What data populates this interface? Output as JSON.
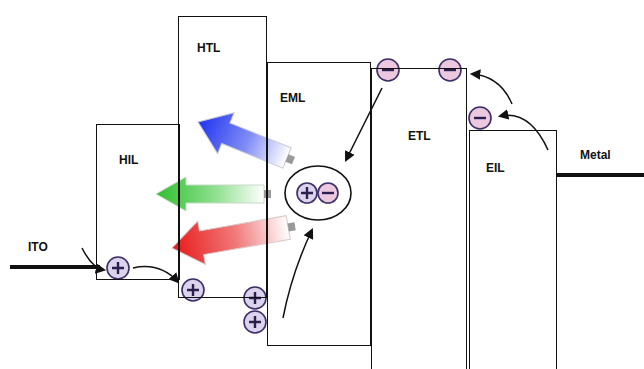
{
  "diagram": {
    "nodes": [
      {
        "text": [
          "HIL"
        ]
      },
      {
        "text": [
          "HTL"
        ]
      },
      {
        "text": [
          "EML"
        ]
      },
      {
        "text": [
          "ETL"
        ]
      },
      {
        "text": [
          "EIL"
        ]
      }
    ],
    "labels": [
      "ITO",
      "Metal"
    ]
  }
}
